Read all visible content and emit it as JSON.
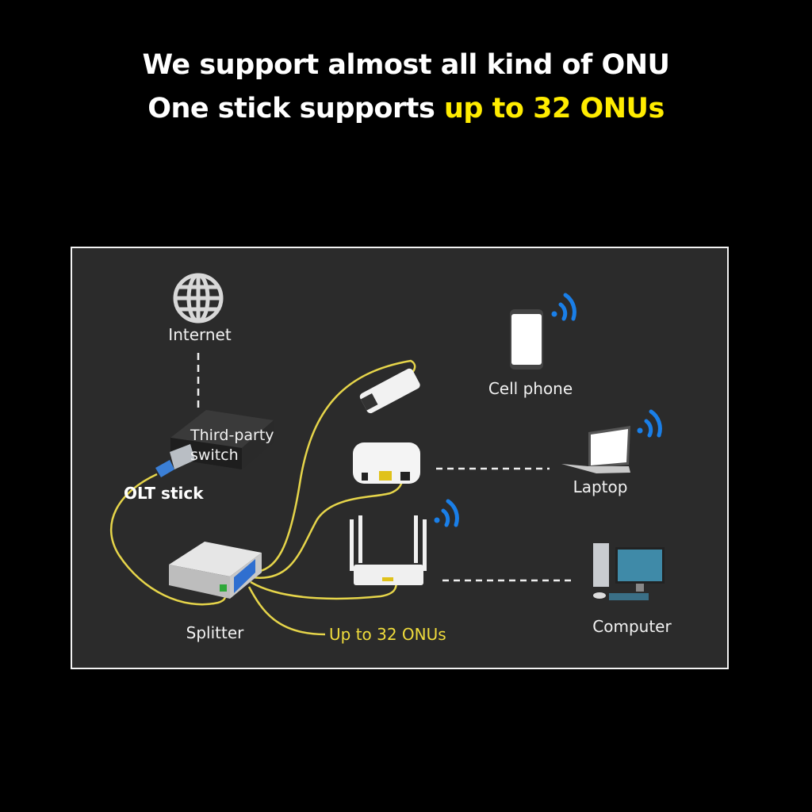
{
  "headline": {
    "line1": "We support almost all kind of ONU",
    "line2_prefix": "One stick supports ",
    "line2_highlight": "up to 32 ONUs"
  },
  "diagram": {
    "internet": "Internet",
    "switch_line1": "Third-party",
    "switch_line2": "switch",
    "olt_stick": "OLT stick",
    "splitter": "Splitter",
    "onu_count": "Up to 32 ONUs",
    "cell_phone": "Cell phone",
    "laptop": "Laptop",
    "computer": "Computer"
  },
  "colors": {
    "background": "#000000",
    "panel": "#2b2b2b",
    "highlight": "#ffec00",
    "cable": "#e6d54a",
    "wifi": "#1a7fe8"
  }
}
